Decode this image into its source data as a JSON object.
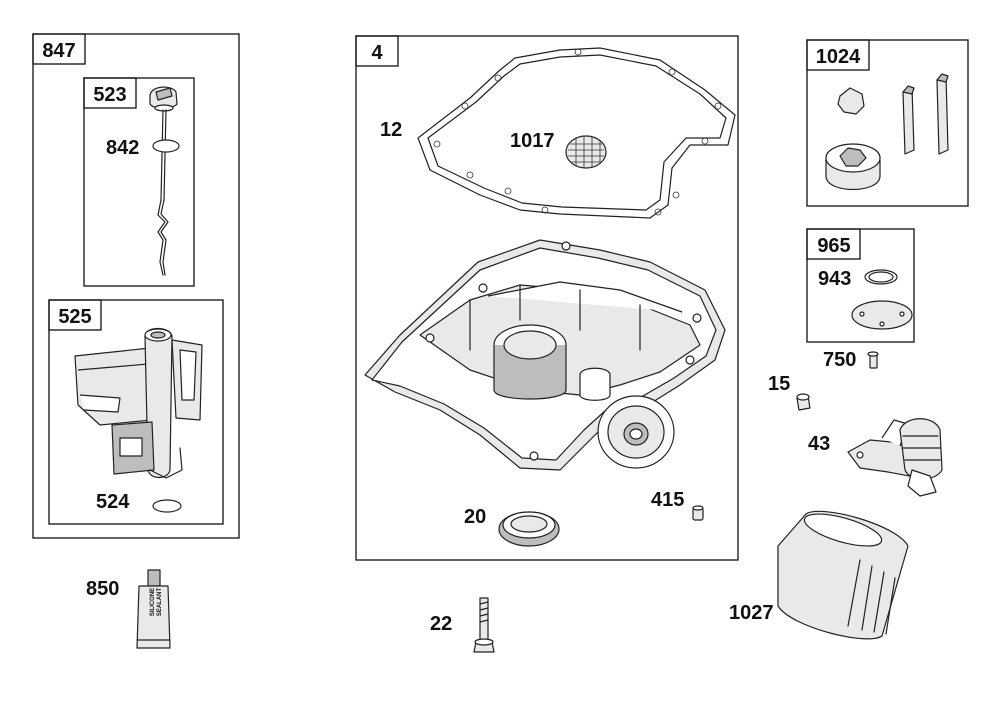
{
  "boxes": {
    "b847": "847",
    "b523": "523",
    "b525": "525",
    "b4": "4",
    "b1024": "1024",
    "b965": "965"
  },
  "callouts": {
    "c842": "842",
    "c524": "524",
    "c12": "12",
    "c1017": "1017",
    "c20": "20",
    "c415": "415",
    "c943": "943",
    "c750": "750",
    "c15": "15",
    "c43": "43",
    "c850": "850",
    "c22": "22",
    "c1027": "1027"
  },
  "sealant": {
    "line1": "SILICONE",
    "line2": "SEALANT"
  }
}
